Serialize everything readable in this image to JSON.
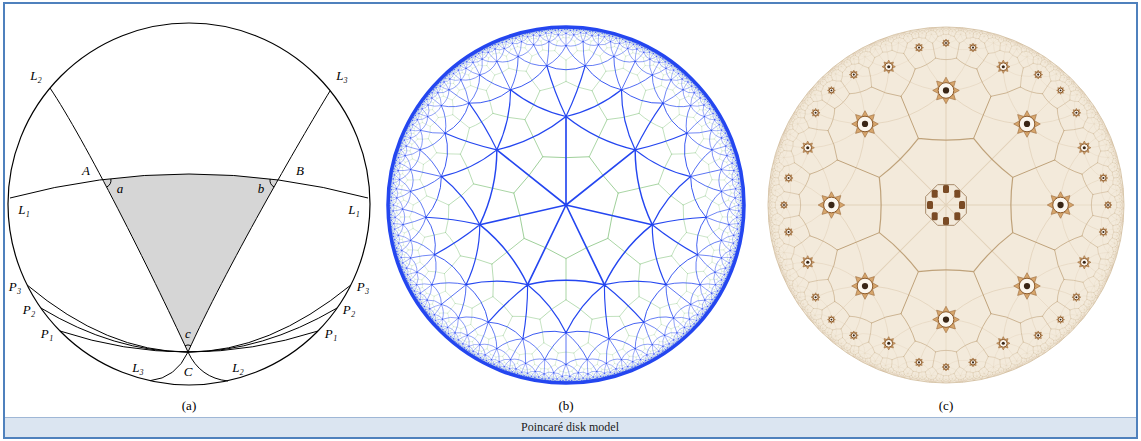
{
  "diagram": {
    "caption": "Poincaré disk model",
    "labels": [
      "L₂",
      "L₃",
      "L₁",
      "L₁",
      "A",
      "B",
      "a",
      "b",
      "c",
      "C",
      "P₃",
      "P₃",
      "P₂",
      "P₂",
      "P₁",
      "P₁",
      "L₃",
      "L₂",
      "(a)",
      "(b)",
      "(c)"
    ]
  }
}
